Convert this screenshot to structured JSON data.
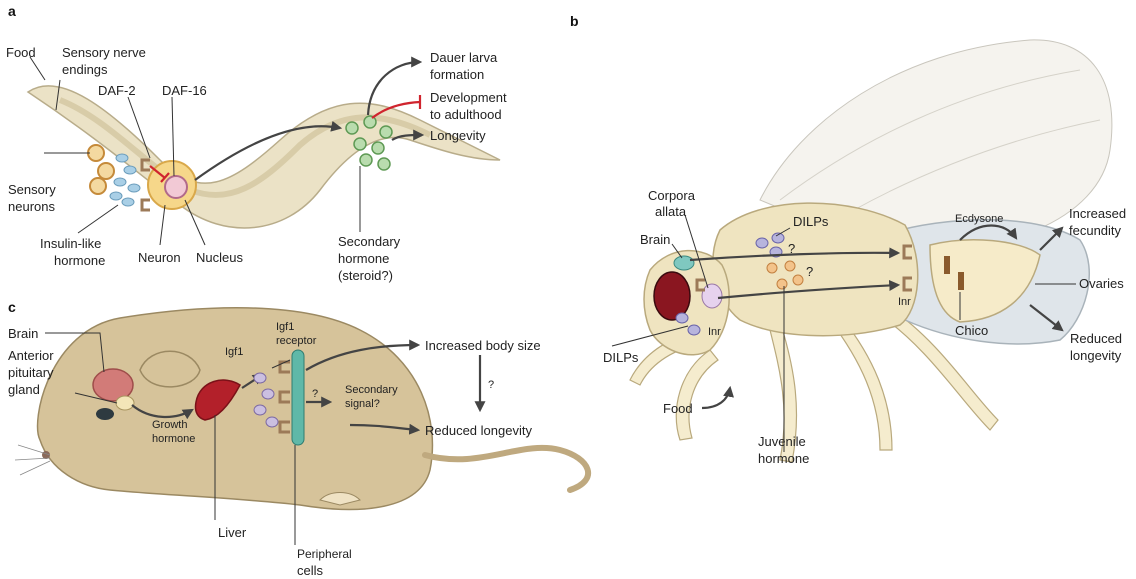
{
  "colors": {
    "worm_body": "#ebe2c6",
    "mouse_body": "#d6c39a",
    "fly_body": "#efe4c0",
    "liver": "#b3202a",
    "brain_mouse": "#d27b78",
    "receptor": "#9c7a58",
    "igf_receptor": "#5fb8a8",
    "hormone_blue": "#a9cfe6",
    "steroid_green": "#b9dcae",
    "inhibit_red": "#d0242e",
    "arrow_grey": "#444444"
  },
  "panel_a": {
    "letter": "a",
    "labels": {
      "food": "Food",
      "sensory_nerve_1": "Sensory nerve",
      "sensory_nerve_2": "endings",
      "daf2": "DAF-2",
      "daf16": "DAF-16",
      "dauer_1": "Dauer larva",
      "dauer_2": "formation",
      "development_1": "Development",
      "development_2": "to adulthood",
      "longevity": "Longevity",
      "sensory_neurons_1": "Sensory",
      "sensory_neurons_2": "neurons",
      "insulin_1": "Insulin-like",
      "insulin_2": "hormone",
      "neuron": "Neuron",
      "nucleus": "Nucleus",
      "secondary_1": "Secondary",
      "secondary_2": "hormone",
      "secondary_3": "(steroid?)"
    }
  },
  "panel_b": {
    "letter": "b",
    "labels": {
      "corpora_1": "Corpora",
      "corpora_2": "allata",
      "brain": "Brain",
      "dilps_top": "DILPs",
      "ecdysone": "Ecdysone",
      "q1": "?",
      "q2": "?",
      "increased_1": "Increased",
      "increased_2": "fecundity",
      "ovaries": "Ovaries",
      "inr_left": "Inr",
      "inr_right": "Inr",
      "chico": "Chico",
      "reduced_1": "Reduced",
      "reduced_2": "longevity",
      "dilps_left": "DILPs",
      "food": "Food",
      "juvenile_1": "Juvenile",
      "juvenile_2": "hormone"
    }
  },
  "panel_c": {
    "letter": "c",
    "labels": {
      "brain": "Brain",
      "anterior_1": "Anterior",
      "anterior_2": "pituitary",
      "anterior_3": "gland",
      "igf1": "Igf1",
      "igf1_receptor_1": "Igf1",
      "igf1_receptor_2": "receptor",
      "increased_body": "Increased body size",
      "question": "?",
      "question_2": "?",
      "secondary_1": "Secondary",
      "secondary_2": "signal?",
      "growth_1": "Growth",
      "growth_2": "hormone",
      "reduced_longevity": "Reduced longevity",
      "liver": "Liver",
      "peripheral_1": "Peripheral",
      "peripheral_2": "cells"
    }
  }
}
